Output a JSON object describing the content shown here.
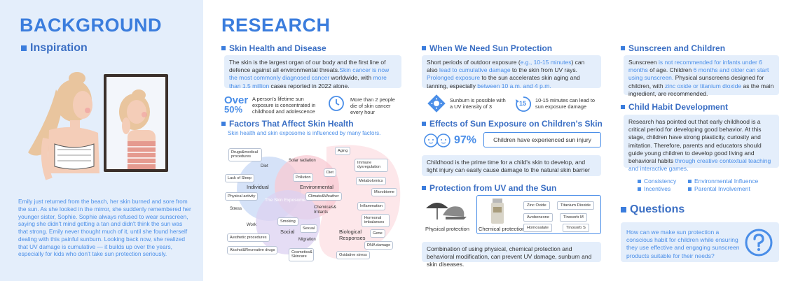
{
  "background": {
    "title": "BACKGROUND",
    "inspiration_title": "Inspiration",
    "story": "Emily just returned from the beach, her skin burned and sore from the sun. As she looked in the mirror, she suddenly remembered her younger sister, Sophie. Sophie always refused to wear sunscreen, saying she didn't mind getting a tan and didn't think the sun was that strong. Emily never thought much of it, until she found herself dealing with this painful sunburn. Looking back now, she realized that UV damage is cumulative — it builds up over the years, especially for kids who don't take sun protection seriously."
  },
  "research": {
    "title": "RESEARCH",
    "skin_health": {
      "title": "Skin Health and Disease",
      "text_1": "The skin is the largest organ of our body and the first line of defence against all environmental threats.",
      "text_hl_1": "Skin cancer is now the most commonly diagnosed cancer",
      "text_2": " worldwide, with ",
      "text_hl_2": "more than 1.5 million",
      "text_3": " cases reported in 2022 alone.",
      "stat_1_over": "Over",
      "stat_1_value": "50%",
      "stat_1_text": "A person's lifetime sun exposure is concentrated in childhood and adolescence",
      "stat_2_text": "More than 2 people die of skin cancer every hour"
    },
    "factors": {
      "title": "Factors That Affect Skin Health",
      "subtitle": "Skin health and skin exposome is influenced by many factors.",
      "center_label": "The Skin Exposome",
      "categories": {
        "individual": "Individual",
        "environmental": "Environmental",
        "social": "Social",
        "biological": "Biological Responses"
      },
      "individual_items": [
        "Drugs&medical procedures",
        "Diet",
        "Lack of Sleep",
        "Physical activity",
        "Stress"
      ],
      "environmental_items": [
        "Solar radiation",
        "Pollution",
        "Diet",
        "Climate&Weather",
        "Chemicals& Irritants"
      ],
      "social_items": [
        "Work",
        "Smoking",
        "Sexual",
        "Aesthetic procedures",
        "Migration",
        "Alcohol&Recreative drugs",
        "Cosmetics& Skincare"
      ],
      "biological_items": [
        "Aging",
        "Immune dysregulation",
        "Metabolomics",
        "Microbiome",
        "Inflammation",
        "Hormonal imbalances",
        "Gene",
        "DNA damage",
        "Oxidative stress"
      ]
    },
    "when_protect": {
      "title": "When We Need Sun Protection",
      "text_1": "Short periods of outdoor exposure (",
      "text_hl_1": "e.g., 10-15 minutes",
      "text_2": ") can also ",
      "text_hl_2": "lead to cumulative damage",
      "text_3": " to the skin from UV rays. ",
      "text_hl_3": "Prolonged exposure",
      "text_4": " to the sun accelerates skin aging and tanning, especially ",
      "text_hl_4": "between 10 a.m. and 4 p.m.",
      "stat_1_text": "Sunburn is possible with a UV intensity of 3",
      "stat_2_value": "15",
      "stat_2_text": "10-15 minutes can lead to sun exposure damage"
    },
    "effects": {
      "title": "Effects of Sun Exposure on Children's Skin",
      "percent": "97%",
      "percent_text": "Children have experienced sun injury",
      "text": "Childhood is the prime time for a child's skin to develop, and light injury can easily cause damage to the natural skin barrier"
    },
    "protection": {
      "title": "Protection from UV and the Sun",
      "physical_label": "Physical protection",
      "chemical_label": "Chemical protection",
      "chemicals": [
        "Zinc Oxide",
        "Titanium Dioxide",
        "Avobenzone",
        "Tinosorb M",
        "Homosalate",
        "Tinosorb S"
      ],
      "text": "Combination of using physical, chemical protection and behavioral modification, can prevent UV damage, sunburn and skin diseases."
    },
    "sunscreen": {
      "title": "Sunscreen and Children",
      "text_1": "Sunscreen ",
      "text_hl_1": "is not recommended for infants under 6 months",
      "text_2": " of age. Children ",
      "text_hl_2": "6 months and older can start using sunscreen.",
      "text_3": " Physical sunscreens designed for children, with ",
      "text_hl_3": "zinc oxide or titanium dioxide",
      "text_4": " as the main ingredient, are recommended."
    },
    "habit": {
      "title": "Child Habit Development",
      "text_1": "Research has pointed out that early childhood is a critical period for developing good behavior. At this stage, children have strong plasticity, curiosity and imitation. Therefore, parents and educators should guide young children to develop good living and behavioral habits ",
      "text_hl_1": "through creative contextual teaching and interactive games.",
      "legend": [
        "Consistency",
        "Environmental Influence",
        "Incentives",
        "Parental Involvement"
      ]
    },
    "questions": {
      "title": "Questions",
      "text": "How can we make sun protection a conscious habit for children while ensuring they use effective and engaging sunscreen products suitable for their needs?"
    }
  },
  "colors": {
    "accent": "#3b7ddd",
    "light_blue_bg": "#e4eefb",
    "highlight": "#4a8ee8"
  }
}
